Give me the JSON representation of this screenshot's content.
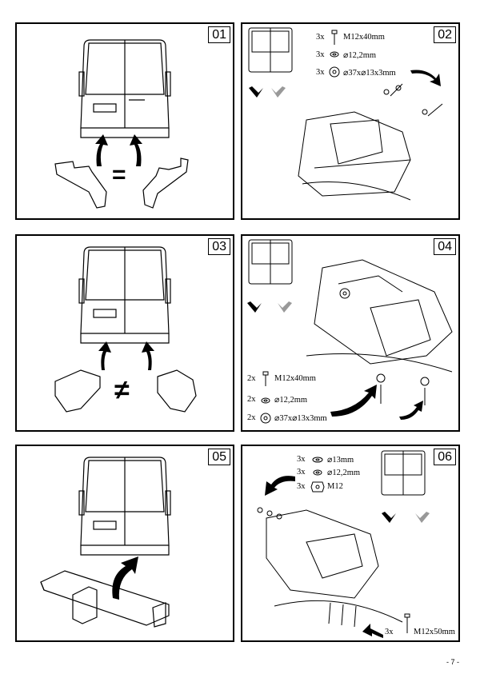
{
  "steps": [
    {
      "number": "01",
      "symbol": "="
    },
    {
      "number": "02",
      "parts": [
        {
          "qty": "3x",
          "spec": "M12x40mm",
          "icon": "bolt-icon"
        },
        {
          "qty": "3x",
          "spec": "⌀12,2mm",
          "icon": "spring-washer-icon"
        },
        {
          "qty": "3x",
          "spec": "⌀37x⌀13x3mm",
          "icon": "flat-washer-icon"
        }
      ]
    },
    {
      "number": "03",
      "symbol": "≠"
    },
    {
      "number": "04",
      "parts": [
        {
          "qty": "2x",
          "spec": "M12x40mm",
          "icon": "bolt-icon"
        },
        {
          "qty": "2x",
          "spec": "⌀12,2mm",
          "icon": "spring-washer-icon"
        },
        {
          "qty": "2x",
          "spec": "⌀37x⌀13x3mm",
          "icon": "flat-washer-icon"
        }
      ]
    },
    {
      "number": "05"
    },
    {
      "number": "06",
      "parts": [
        {
          "qty": "3x",
          "spec": "⌀13mm",
          "icon": "flat-washer-icon"
        },
        {
          "qty": "3x",
          "spec": "⌀12,2mm",
          "icon": "spring-washer-icon"
        },
        {
          "qty": "3x",
          "spec": "M12",
          "icon": "hex-nut-icon"
        }
      ],
      "bolts": {
        "qty": "3x",
        "spec": "M12x50mm",
        "icon": "bolt-icon"
      }
    }
  ],
  "footer": {
    "page": "- 7 -"
  }
}
